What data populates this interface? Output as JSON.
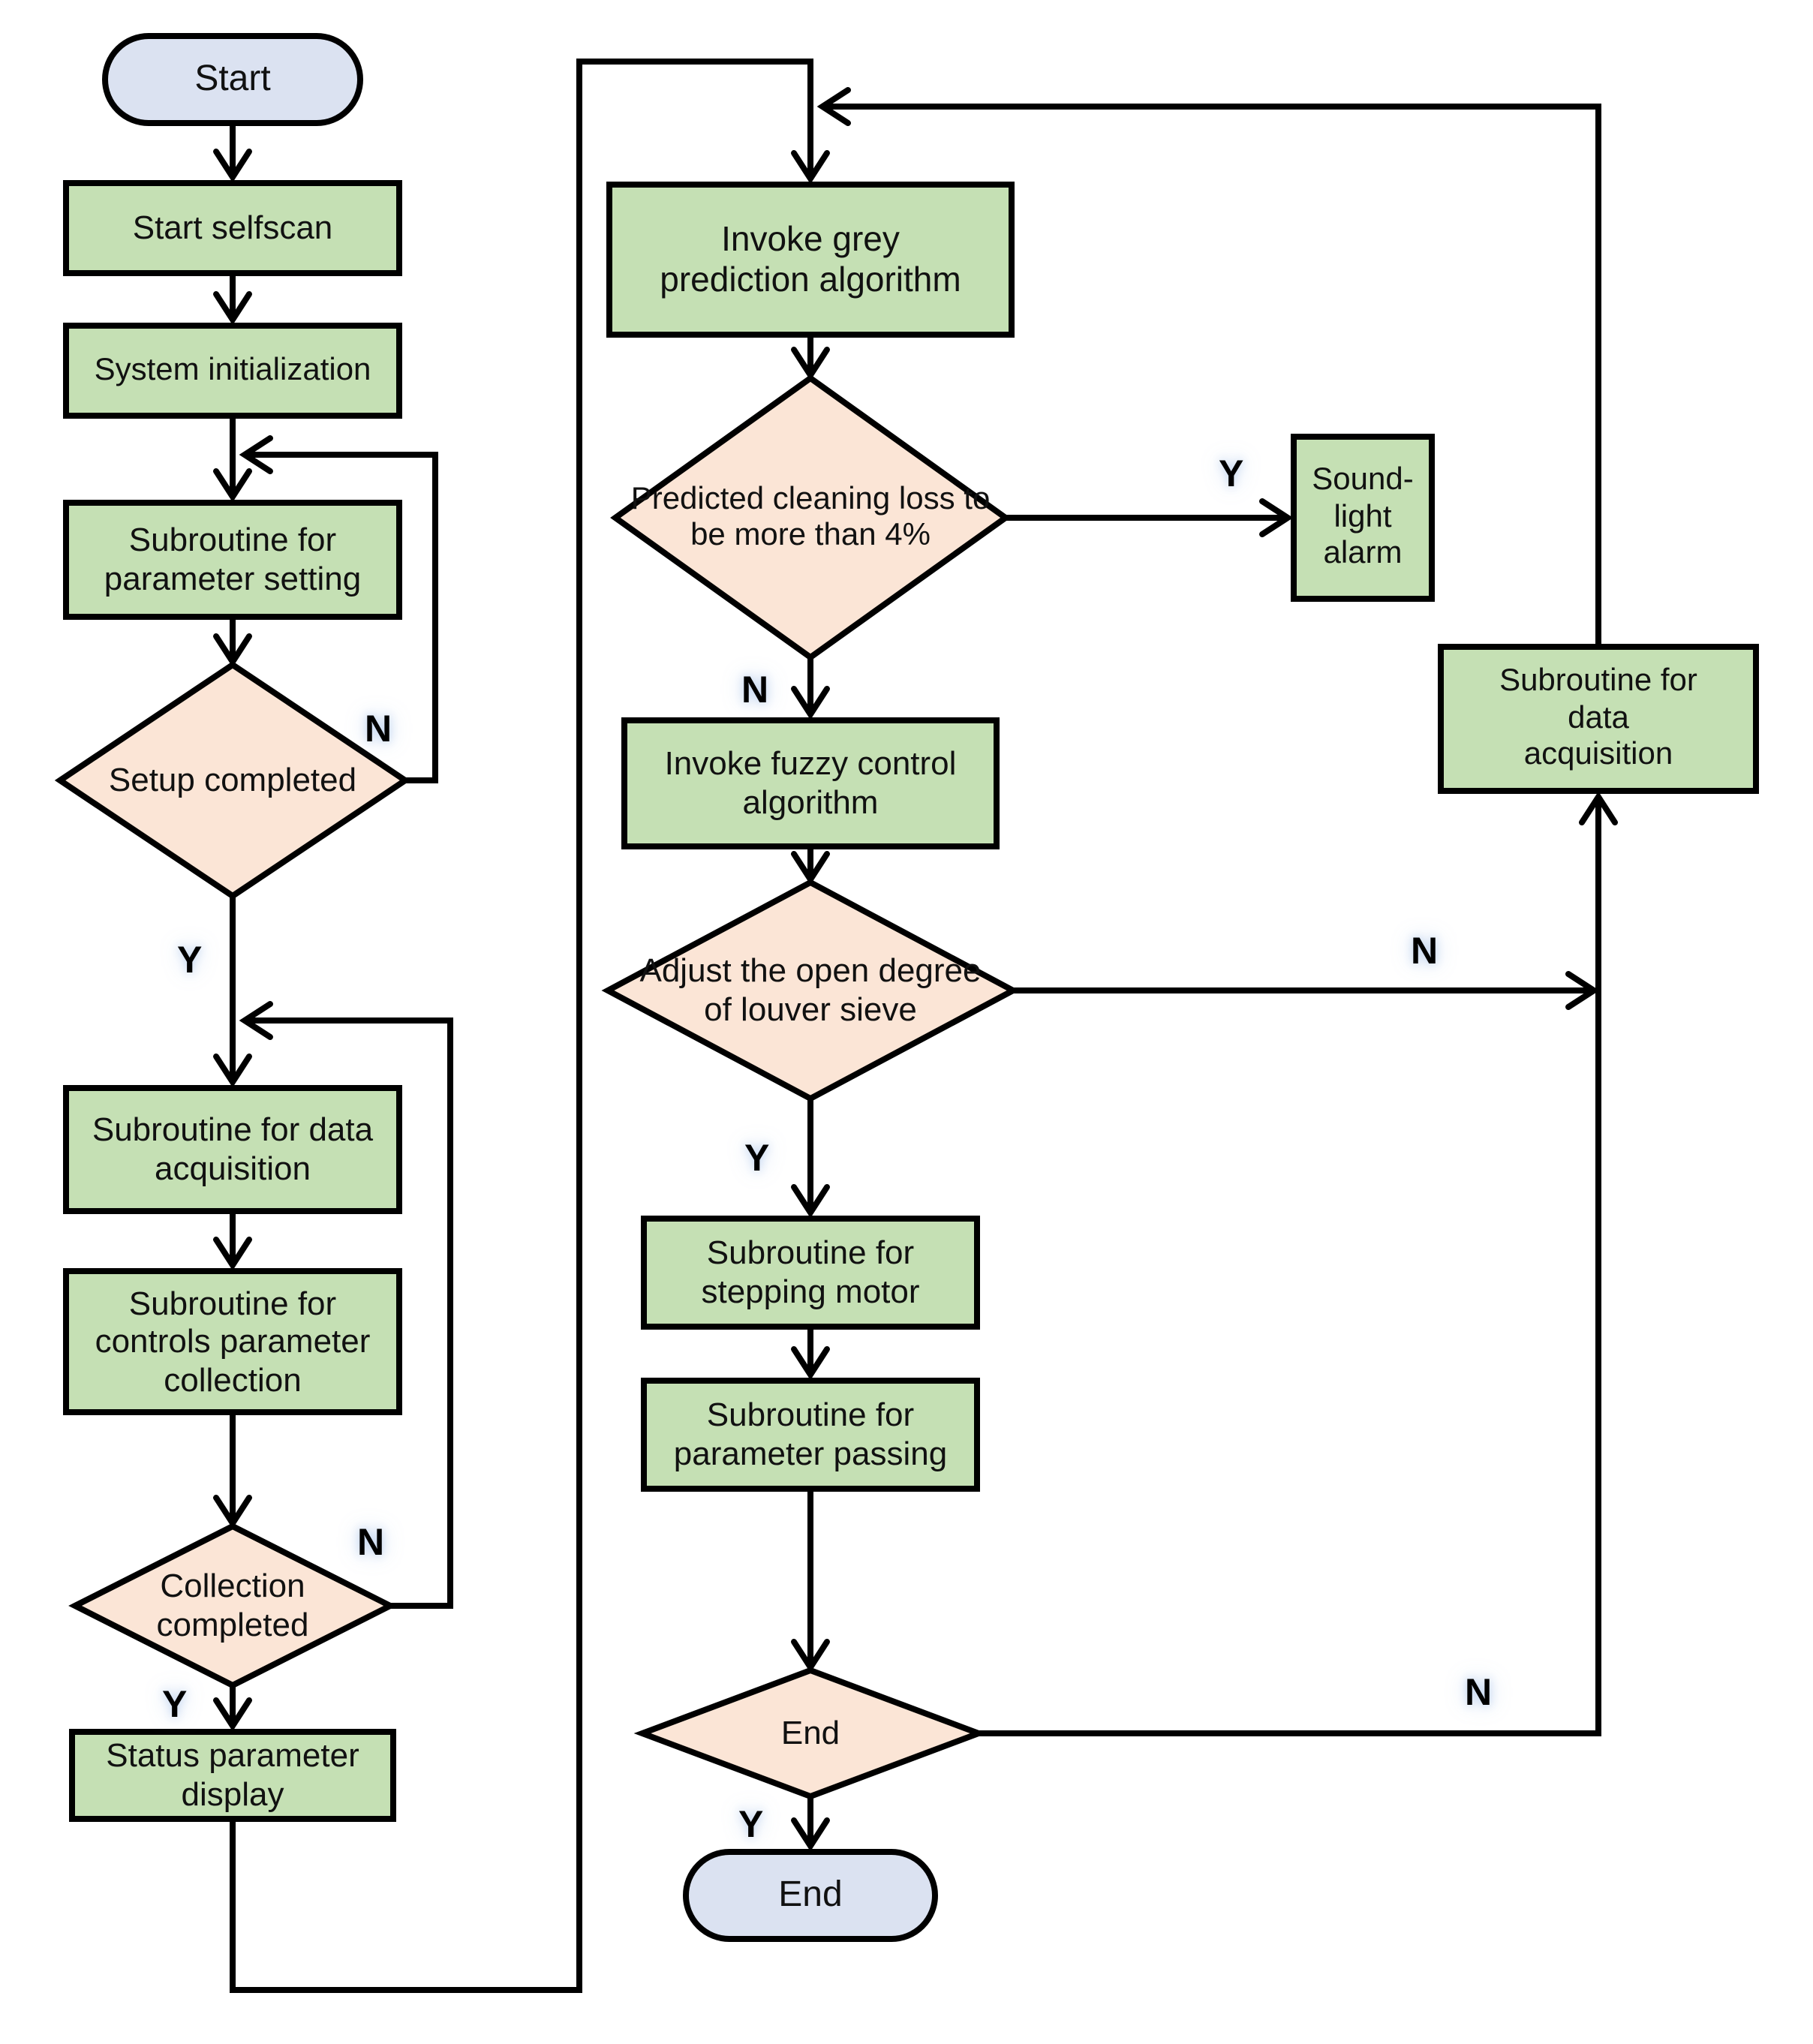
{
  "colors": {
    "process-fill": "#c5e0b4",
    "decision-fill": "#fbe5d6",
    "terminator-fill": "#dbe2f1",
    "line": "#000000",
    "text": "#111111"
  },
  "labels": {
    "yes": "Y",
    "no": "N"
  },
  "nodes": {
    "start": {
      "type": "terminator",
      "lines": [
        "Start"
      ]
    },
    "start_selfscan": {
      "type": "process",
      "lines": [
        "Start selfscan"
      ]
    },
    "system_init": {
      "type": "process",
      "lines": [
        "System initialization"
      ]
    },
    "param_setting": {
      "type": "process",
      "lines": [
        "Subroutine for",
        "parameter setting"
      ]
    },
    "setup_completed": {
      "type": "decision",
      "lines": [
        "Setup completed"
      ]
    },
    "data_acq_left": {
      "type": "process",
      "lines": [
        "Subroutine for data",
        "acquisition"
      ]
    },
    "controls_collection": {
      "type": "process",
      "lines": [
        "Subroutine for",
        "controls parameter",
        "collection"
      ]
    },
    "collection_completed": {
      "type": "decision",
      "lines": [
        "Collection",
        "completed"
      ]
    },
    "status_display": {
      "type": "process",
      "lines": [
        "Status parameter",
        "display"
      ]
    },
    "grey_prediction": {
      "type": "process",
      "lines": [
        "Invoke grey",
        "prediction algorithm"
      ]
    },
    "predicted_loss": {
      "type": "decision",
      "lines": [
        "Predicted cleaning loss to",
        "be more than 4%"
      ]
    },
    "sound_light_alarm": {
      "type": "process",
      "lines": [
        "Sound-",
        "light",
        "alarm"
      ]
    },
    "fuzzy_control": {
      "type": "process",
      "lines": [
        "Invoke fuzzy control",
        "algorithm"
      ]
    },
    "louver_sieve": {
      "type": "decision",
      "lines": [
        "Adjust the open degree",
        "of louver sieve"
      ]
    },
    "stepping_motor": {
      "type": "process",
      "lines": [
        "Subroutine for",
        "stepping motor"
      ]
    },
    "parameter_passing": {
      "type": "process",
      "lines": [
        "Subroutine for",
        "parameter passing"
      ]
    },
    "end_decision": {
      "type": "decision",
      "lines": [
        "End"
      ]
    },
    "end": {
      "type": "terminator",
      "lines": [
        "End"
      ]
    },
    "data_acq_right": {
      "type": "process",
      "lines": [
        "Subroutine for",
        "data",
        "acquisition"
      ]
    }
  },
  "edges": [
    {
      "from": "start",
      "to": "start_selfscan"
    },
    {
      "from": "start_selfscan",
      "to": "system_init"
    },
    {
      "from": "system_init",
      "to": "param_setting"
    },
    {
      "from": "param_setting",
      "to": "setup_completed"
    },
    {
      "from": "setup_completed",
      "to": "param_setting",
      "label": "N"
    },
    {
      "from": "setup_completed",
      "to": "data_acq_left",
      "label": "Y"
    },
    {
      "from": "data_acq_left",
      "to": "controls_collection"
    },
    {
      "from": "controls_collection",
      "to": "collection_completed"
    },
    {
      "from": "collection_completed",
      "to": "data_acq_left",
      "label": "N"
    },
    {
      "from": "collection_completed",
      "to": "status_display",
      "label": "Y"
    },
    {
      "from": "status_display",
      "to": "grey_prediction"
    },
    {
      "from": "grey_prediction",
      "to": "predicted_loss"
    },
    {
      "from": "predicted_loss",
      "to": "sound_light_alarm",
      "label": "Y"
    },
    {
      "from": "predicted_loss",
      "to": "fuzzy_control",
      "label": "N"
    },
    {
      "from": "fuzzy_control",
      "to": "louver_sieve"
    },
    {
      "from": "louver_sieve",
      "to": "stepping_motor",
      "label": "Y"
    },
    {
      "from": "louver_sieve",
      "to": "data_acq_right",
      "label": "N"
    },
    {
      "from": "stepping_motor",
      "to": "parameter_passing"
    },
    {
      "from": "parameter_passing",
      "to": "end_decision"
    },
    {
      "from": "end_decision",
      "to": "end",
      "label": "Y"
    },
    {
      "from": "end_decision",
      "to": "data_acq_right",
      "label": "N"
    },
    {
      "from": "data_acq_right",
      "to": "grey_prediction"
    }
  ]
}
